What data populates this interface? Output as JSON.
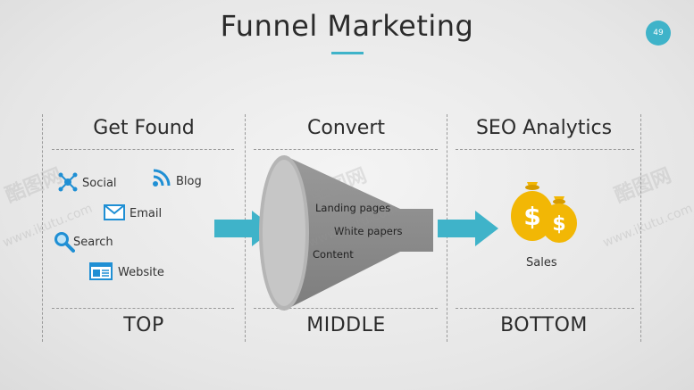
{
  "title": "Funnel Marketing",
  "page_number": "49",
  "columns": [
    {
      "heading": "Get Found",
      "footer": "TOP"
    },
    {
      "heading": "Convert",
      "footer": "MIDDLE"
    },
    {
      "heading": "SEO Analytics",
      "footer": "BOTTOM"
    }
  ],
  "get_found_items": {
    "social": "Social",
    "blog": "Blog",
    "email": "Email",
    "search": "Search",
    "website": "Website"
  },
  "convert_items": {
    "landing_pages": "Landing pages",
    "white_papers": "White papers",
    "content": "Content"
  },
  "analytics": {
    "sales": "Sales"
  },
  "watermark": {
    "brand": "酷图网",
    "url": "www.ikutu.com"
  },
  "colors": {
    "accent": "#3fb3c9",
    "icon_blue": "#1f8fd4",
    "gold": "#f2b705",
    "funnel_gray": "#8a8a8a"
  }
}
